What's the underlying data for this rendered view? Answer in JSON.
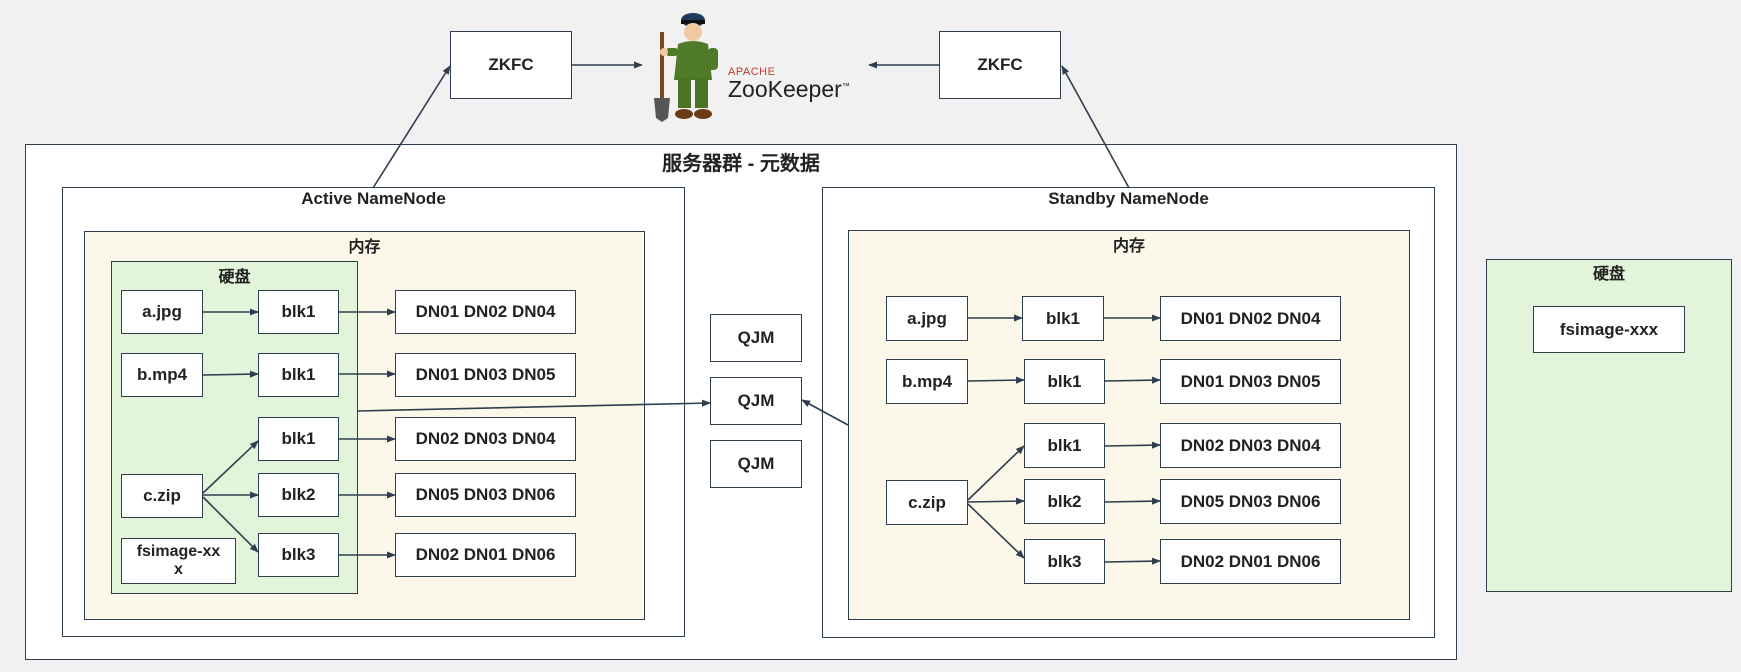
{
  "zookeeper": {
    "apache_label": "APACHE",
    "name": "ZooKeeper",
    "tm": "™",
    "zkfc_left": "ZKFC",
    "zkfc_right": "ZKFC"
  },
  "cluster": {
    "title": "服务器群 - 元数据"
  },
  "active": {
    "title": "Active NameNode",
    "memory_title": "内存",
    "disk_title": "硬盘",
    "files": [
      "a.jpg",
      "b.mp4",
      "c.zip",
      "fsimage-xxx"
    ],
    "blocks": [
      "blk1",
      "blk1",
      "blk1",
      "blk2",
      "blk3"
    ],
    "locations": [
      "DN01 DN02 DN04",
      "DN01 DN03 DN05",
      "DN02 DN03 DN04",
      "DN05 DN03 DN06",
      "DN02 DN01 DN06"
    ]
  },
  "standby": {
    "title": "Standby NameNode",
    "memory_title": "内存",
    "files": [
      "a.jpg",
      "b.mp4",
      "c.zip"
    ],
    "blocks": [
      "blk1",
      "blk1",
      "blk1",
      "blk2",
      "blk3"
    ],
    "locations": [
      "DN01 DN02 DN04",
      "DN01 DN03 DN05",
      "DN02 DN03 DN04",
      "DN05 DN03 DN06",
      "DN02 DN01 DN06"
    ]
  },
  "qjm": [
    "QJM",
    "QJM",
    "QJM"
  ],
  "standby_disk": {
    "title": "硬盘",
    "file": "fsimage-xxx"
  },
  "colors": {
    "border": "#2f3e4f",
    "memory_bg": "#fbf8ea",
    "disk_bg": "#e2f4da",
    "zookeeper_green": "#4f7a28",
    "apache_red": "#c0392b"
  }
}
